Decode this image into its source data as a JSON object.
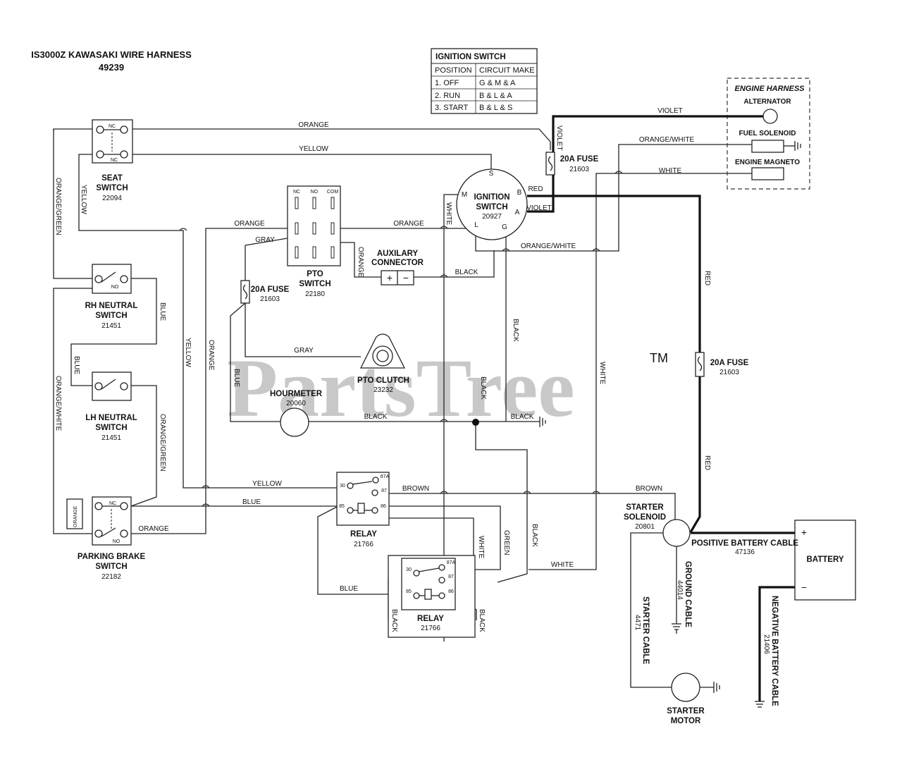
{
  "title": {
    "line1": "IS3000Z KAWASAKI WIRE HARNESS",
    "line2": "49239"
  },
  "watermark": {
    "text": "PartsTree",
    "tm": "TM",
    "color": "#c8c8c8"
  },
  "ignition_table": {
    "heading": "IGNITION SWITCH",
    "columns": [
      "POSITION",
      "CIRCUIT MAKE"
    ],
    "rows": [
      [
        "1. OFF",
        "G & M & A"
      ],
      [
        "2. RUN",
        "B & L & A"
      ],
      [
        "3. START",
        "B & L & S"
      ]
    ]
  },
  "engine_harness": {
    "heading": "ENGINE HARNESS",
    "alternator": "ALTERNATOR",
    "fuel_solenoid": "FUEL SOLENOID",
    "engine_magneto": "ENGINE MAGNETO"
  },
  "components": {
    "seat_switch": {
      "name1": "SEAT",
      "name2": "SWITCH",
      "part": "22094",
      "nc": "NC",
      "nc2": "NC"
    },
    "rh_neutral": {
      "name1": "RH NEUTRAL",
      "name2": "SWITCH",
      "part": "21451",
      "no": "NO"
    },
    "lh_neutral": {
      "name1": "LH NEUTRAL",
      "name2": "SWITCH",
      "part": "21451"
    },
    "parking_brake": {
      "name1": "PARKING BRAKE",
      "name2": "SWITCH",
      "part": "22182",
      "nc": "NC",
      "no": "NO",
      "side": "ORANGE"
    },
    "pto_switch": {
      "name1": "PTO",
      "name2": "SWITCH",
      "part": "22180",
      "nc": "NC",
      "no": "NO",
      "com": "COM"
    },
    "aux_connector": {
      "name1": "AUXILARY",
      "name2": "CONNECTOR",
      "plus": "+",
      "minus": "−"
    },
    "ignition_switch": {
      "name1": "IGNITION",
      "name2": "SWITCH",
      "part": "20927",
      "pins": {
        "s": "S",
        "m": "M",
        "b": "B",
        "a": "A",
        "l": "L",
        "g": "G"
      }
    },
    "fuse_top": {
      "name": "20A FUSE",
      "part": "21603"
    },
    "fuse_mid": {
      "name": "20A FUSE",
      "part": "21603"
    },
    "fuse_right": {
      "name": "20A FUSE",
      "part": "21603"
    },
    "pto_clutch": {
      "name": "PTO CLUTCH",
      "part": "23232"
    },
    "hourmeter": {
      "name": "HOURMETER",
      "part": "20060"
    },
    "relay1": {
      "name": "RELAY",
      "part": "21766",
      "pins": [
        "30",
        "87A",
        "87",
        "85",
        "86"
      ]
    },
    "relay2": {
      "name": "RELAY",
      "part": "21766",
      "pins": [
        "30",
        "87A",
        "87",
        "85",
        "86"
      ]
    },
    "starter_solenoid": {
      "name1": "STARTER",
      "name2": "SOLENOID",
      "part": "20801"
    },
    "starter_motor": {
      "name1": "STARTER",
      "name2": "MOTOR"
    },
    "battery": {
      "name": "BATTERY",
      "plus": "+",
      "minus": "−"
    }
  },
  "wire_labels": {
    "orange_top": "ORANGE",
    "yellow_top": "YELLOW",
    "violet_top": "VIOLET",
    "violet_vert": "VIOLET",
    "violet_a": "VIOLET",
    "orange_white_top": "ORANGE/WHITE",
    "white_top": "WHITE",
    "red_b": "RED",
    "orange_green_left": "ORANGE/GREEN",
    "yellow_left": "YELLOW",
    "orange_pto": "ORANGE",
    "orange_pto_right": "ORANGE",
    "white_ign": "WHITE",
    "gray_fuse": "GRAY",
    "orange_vert": "ORANGE",
    "black_aux": "BLACK",
    "orange_white_mid": "ORANGE/WHITE",
    "blue_rh": "BLUE",
    "yellow_mid": "YELLOW",
    "orange_mid": "ORANGE",
    "black_ign": "BLACK",
    "red_right_1": "RED",
    "red_right_2": "RED",
    "blue_left": "BLUE",
    "orange_white_left": "ORANGE/WHITE",
    "gray_clutch": "GRAY",
    "blue_fuse": "BLUE",
    "black_clutch": "BLACK",
    "white_right": "WHITE",
    "black_hour": "BLACK",
    "black_ground": "BLACK",
    "orange_green_pb": "ORANGE/GREEN",
    "yellow_relay": "YELLOW",
    "brown_relay": "BROWN",
    "brown_solenoid": "BROWN",
    "blue_relay": "BLUE",
    "orange_pb": "ORANGE",
    "white_relay2": "WHITE",
    "green_relay2": "GREEN",
    "black_relay2": "BLACK",
    "white_bottom": "WHITE",
    "blue_relay2": "BLUE",
    "black_r2_left": "BLACK",
    "black_r2_right": "BLACK",
    "ground_cable": "GROUND CABLE",
    "ground_cable_part": "44014",
    "starter_cable": "STARTER CABLE",
    "starter_cable_part": "4471",
    "pos_battery_cable": "POSITIVE BATTERY CABLE",
    "pos_battery_cable_part": "47136",
    "neg_battery_cable": "NEGATIVE BATTERY CABLE",
    "neg_battery_cable_part": "21406"
  }
}
